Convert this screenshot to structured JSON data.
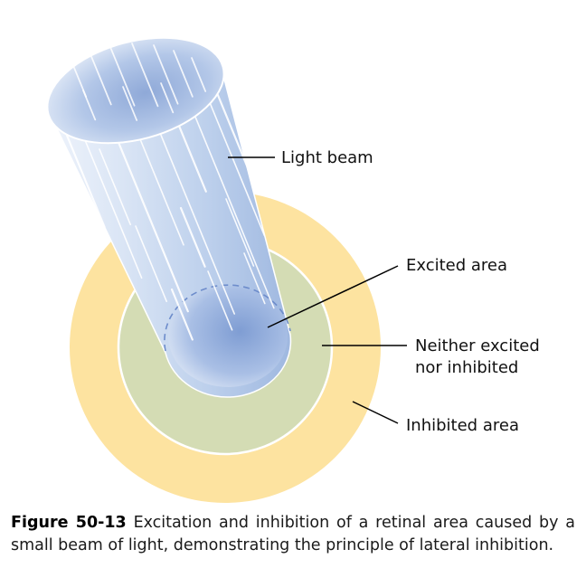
{
  "figure": {
    "colors": {
      "inhibited_area": "#fde3a0",
      "neutral_area": "#d4dcb4",
      "excited_area": "#9cb3dc",
      "beam": "#c5d6ee",
      "beam_dark": "#8ea9d7",
      "ring_border": "#ffffff",
      "leader_line": "#000000"
    },
    "labels": {
      "light_beam": "Light beam",
      "excited_area": "Excited area",
      "neither_line1": "Neither excited",
      "neither_line2": "nor inhibited",
      "inhibited_area": "Inhibited area"
    }
  },
  "caption": {
    "figure_number": "Figure 50-13",
    "text": "Excitation and inhibition of a retinal area caused by a small beam of light, demonstrating the principle of lateral inhibition."
  }
}
